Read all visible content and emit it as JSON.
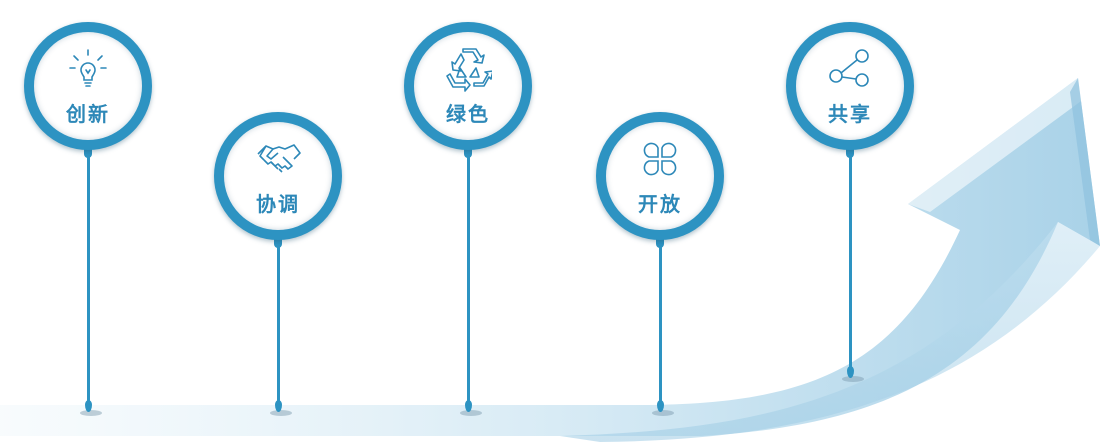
{
  "pins": [
    {
      "label": "创新",
      "icon": "lightbulb-icon"
    },
    {
      "label": "协调",
      "icon": "handshake-icon"
    },
    {
      "label": "绿色",
      "icon": "recycle-icon"
    },
    {
      "label": "开放",
      "icon": "clover-icon"
    },
    {
      "label": "共享",
      "icon": "share-icon"
    }
  ],
  "colors": {
    "ring": "#2d93c2",
    "label": "#2d88b8",
    "arrow_light": "#eaf4fa",
    "arrow_dark": "#9fcbe4"
  }
}
